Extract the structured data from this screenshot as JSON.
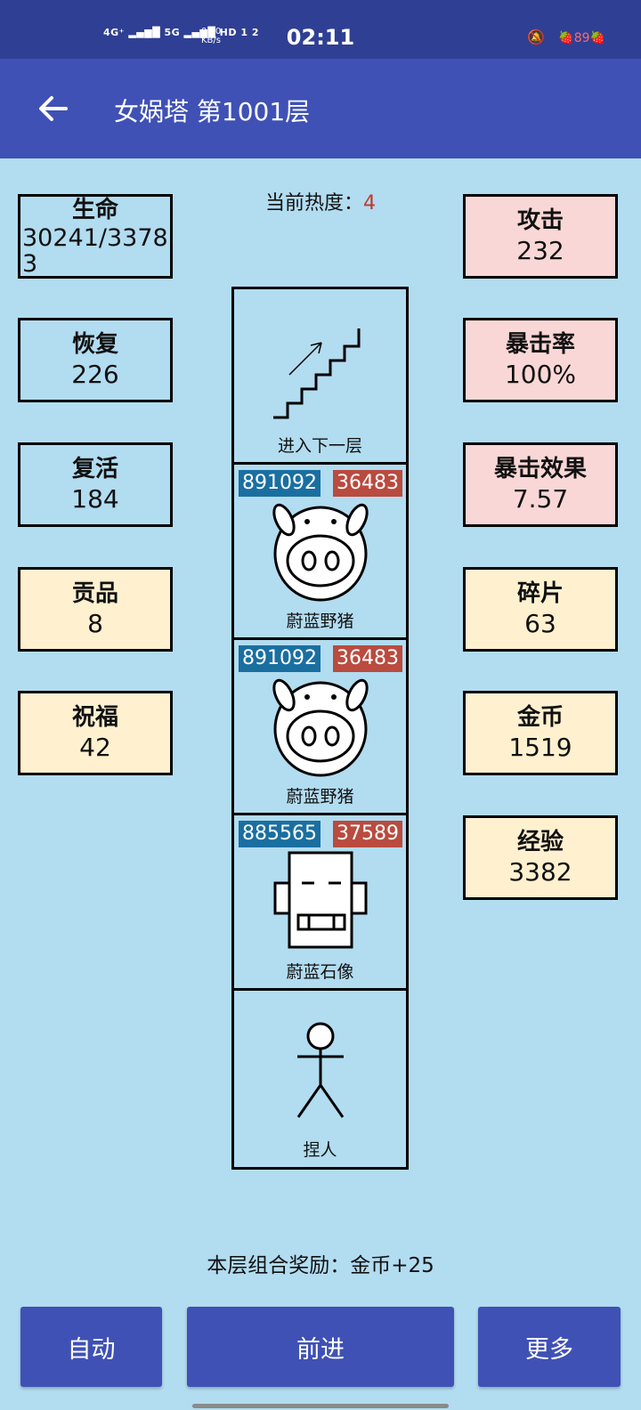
{
  "status": {
    "network": "4G⁺ ▂▄▆█  5G ▂▄▆█  HD 1 2",
    "speed_value": "0.10",
    "speed_unit": "KB/s",
    "time": "02:11",
    "battery": "89"
  },
  "appbar": {
    "title": "女娲塔 第1001层"
  },
  "heat": {
    "label": "当前热度：",
    "value": "4"
  },
  "left_stats": [
    {
      "label": "生命",
      "value": "30241/33783"
    },
    {
      "label": "恢复",
      "value": "226"
    },
    {
      "label": "复活",
      "value": "184"
    },
    {
      "label": "贡品",
      "value": "8"
    },
    {
      "label": "祝福",
      "value": "42"
    }
  ],
  "right_stats": [
    {
      "label": "攻击",
      "value": "232"
    },
    {
      "label": "暴击率",
      "value": "100%"
    },
    {
      "label": "暴击效果",
      "value": "7.57"
    },
    {
      "label": "碎片",
      "value": "63"
    },
    {
      "label": "金币",
      "value": "1519"
    },
    {
      "label": "经验",
      "value": "3382"
    }
  ],
  "tower": {
    "cells": [
      {
        "name": "进入下一层"
      },
      {
        "name": "蔚蓝野猪",
        "hp": "891092",
        "atk": "36483"
      },
      {
        "name": "蔚蓝野猪",
        "hp": "891092",
        "atk": "36483"
      },
      {
        "name": "蔚蓝石像",
        "hp": "885565",
        "atk": "37589"
      },
      {
        "name": "捏人"
      }
    ]
  },
  "reward": {
    "text": "本层组合奖励：金币+25"
  },
  "buttons": {
    "auto": "自动",
    "forward": "前进",
    "more": "更多"
  },
  "colors": {
    "background": "#b2dcf0",
    "appbar": "#3f51b5",
    "statusbar": "#2f3f93",
    "pink": "#f9d7d6",
    "yellow": "#fff1cf",
    "hp_badge": "#1a6fa1",
    "atk_badge": "#b94b3f",
    "heat_value": "#c0392b"
  }
}
